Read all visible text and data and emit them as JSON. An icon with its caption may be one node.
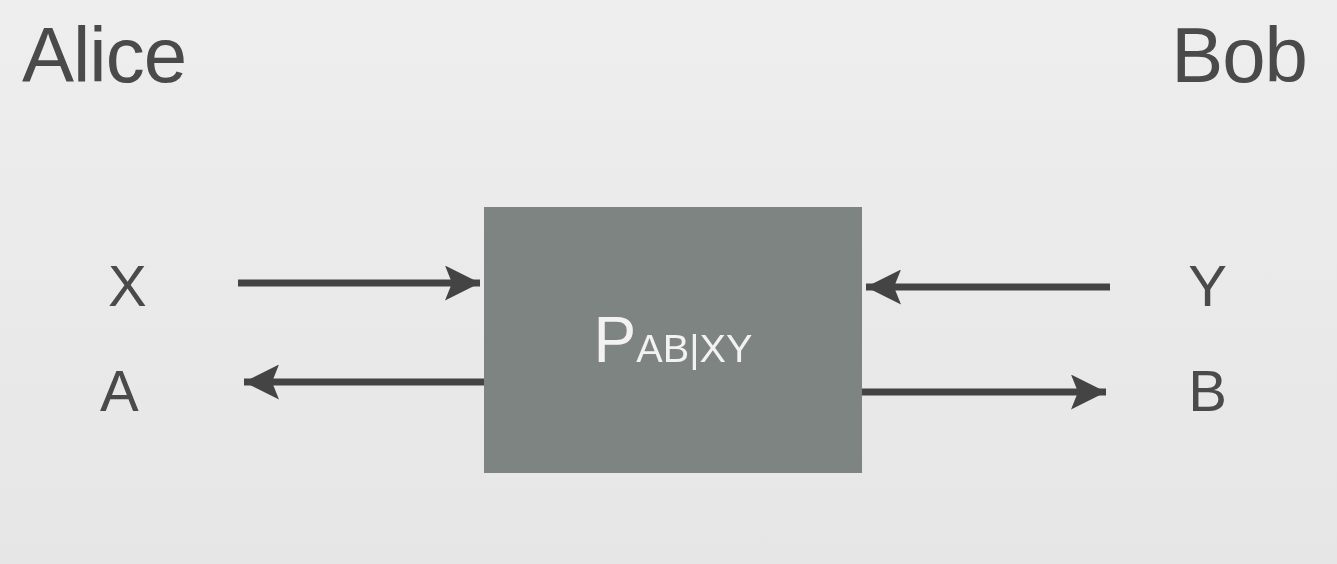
{
  "diagram": {
    "nodes": [
      {
        "text": [
          "X"
        ]
      },
      {
        "text": [
          "A"
        ]
      },
      {
        "text": [
          "P$_{AB|XY}$"
        ]
      },
      {
        "text": [
          "Y"
        ]
      },
      {
        "text": [
          "B"
        ]
      }
    ],
    "edges": [
      {
        "from": 0,
        "to": 2,
        "arrow": "to"
      },
      {
        "from": 2,
        "to": 1,
        "arrow": "to"
      },
      {
        "from": 3,
        "to": 2,
        "arrow": "to"
      },
      {
        "from": 2,
        "to": 4,
        "arrow": "to"
      }
    ],
    "labels": [
      "Alice",
      "Bob"
    ]
  }
}
